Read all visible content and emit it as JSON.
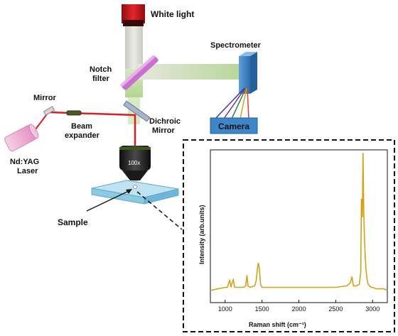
{
  "labels": {
    "white_light": "White light",
    "notch_filter_line1": "Notch",
    "notch_filter_line2": "filter",
    "spectrometer": "Spectrometer",
    "mirror": "Mirror",
    "beam_expander_line1": "Beam",
    "beam_expander_line2": "expander",
    "dichroic_line1": "Dichroic",
    "dichroic_line2": "Mirror",
    "camera": "Camera",
    "laser_line1": "Nd:YAG",
    "laser_line2": "Laser",
    "objective": "100x",
    "sample": "Sample"
  },
  "colors": {
    "laser_beam": "#d81f26",
    "white_beam": "#dcdcd6",
    "green_beam": "#c7dfa6",
    "spectrum_line": "#d4a017",
    "spectrometer": "#3d86c8",
    "camera": "#3d86c8",
    "sample_slab": "#9dd3ea",
    "notch_filter": "#c86fd0",
    "laser_body": "#f1b5d7"
  },
  "chart_data": {
    "type": "line",
    "xlabel": "Raman shift (cm⁻¹)",
    "ylabel": "Intensity (arb.units)",
    "xlim": [
      800,
      3200
    ],
    "ylim": [
      0,
      100
    ],
    "xticks": [
      1000,
      1500,
      2000,
      2500,
      3000
    ],
    "xtick_labels": [
      "1000",
      "1500",
      "2000",
      "2500",
      "3000"
    ],
    "grid": false,
    "series": [
      {
        "values_x": [
          800,
          900,
          1000,
          1030,
          1062,
          1080,
          1095,
          1110,
          1130,
          1250,
          1280,
          1296,
          1310,
          1340,
          1400,
          1420,
          1440,
          1452,
          1465,
          1480,
          1500,
          1550,
          1700,
          1900,
          2100,
          2300,
          2500,
          2650,
          2700,
          2720,
          2740,
          2780,
          2820,
          2840,
          2848,
          2855,
          2862,
          2870,
          2880,
          2890,
          2900,
          2910,
          2925,
          2940,
          2960,
          2980,
          3000,
          3050,
          3100,
          3150,
          3200
        ],
        "values_y": [
          8,
          9,
          10,
          10,
          15,
          10,
          13,
          15,
          10,
          10,
          11,
          18,
          11,
          10,
          11,
          14,
          23,
          26,
          22,
          12,
          10,
          10,
          10,
          10,
          10,
          10,
          10,
          11,
          13,
          17,
          11,
          11,
          12,
          20,
          68,
          58,
          56,
          98,
          60,
          42,
          30,
          22,
          15,
          12,
          11,
          10,
          10,
          9,
          9,
          9,
          8
        ]
      }
    ]
  }
}
